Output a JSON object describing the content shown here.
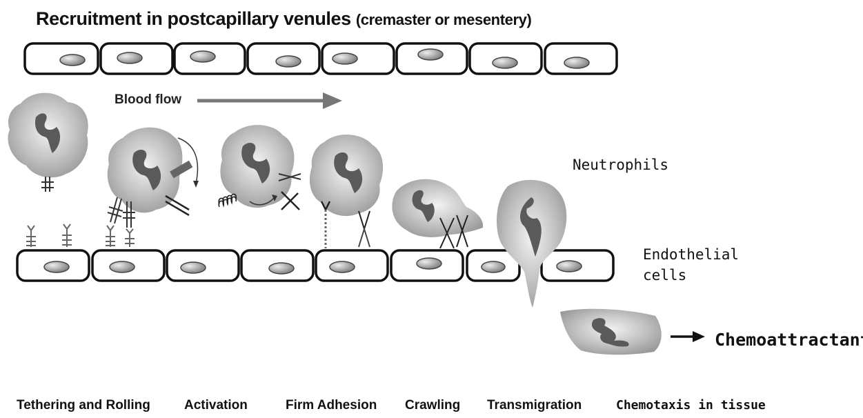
{
  "title": {
    "main": "Recruitment in postcapillary venules",
    "sub": "(cremaster or mesentery)"
  },
  "labels": {
    "blood_flow": "Blood flow",
    "neutrophils": "Neutrophils",
    "endothelial_line1": "Endothelial",
    "endothelial_line2": "cells",
    "chemoattractant": "Chemoattractant"
  },
  "steps": [
    "Tethering and Rolling",
    "Activation",
    "Firm Adhesion",
    "Crawling",
    "Transmigration",
    "Chemotaxis in tissue"
  ],
  "colors": {
    "cell_gray": "#bdbdbd",
    "nucleus": "#5a5a5a",
    "arrow": "#777777",
    "outline": "#111111"
  }
}
